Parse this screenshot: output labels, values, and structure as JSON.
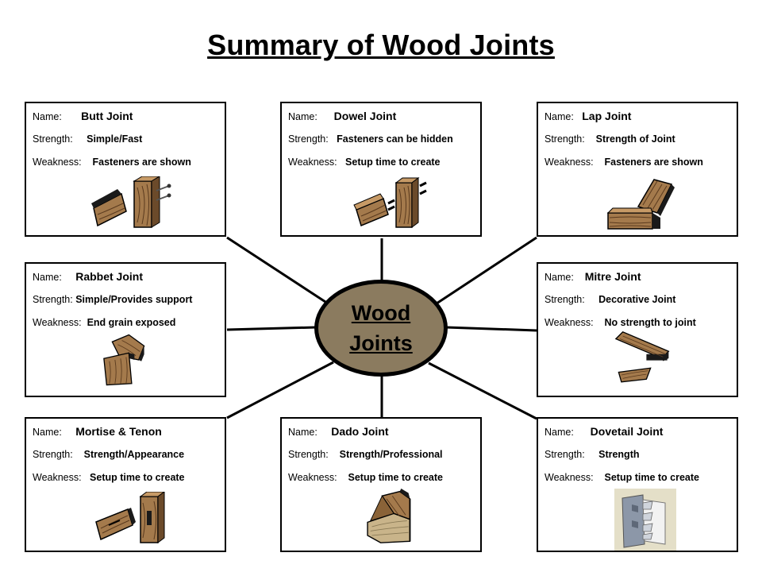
{
  "title": "Summary of Wood Joints",
  "hub": {
    "line1": "Wood",
    "line2": "Joints"
  },
  "labels": {
    "name": "Name:",
    "strength": "Strength:",
    "weakness": "Weakness:"
  },
  "joints": [
    {
      "name": "Butt Joint",
      "strength": "Simple/Fast",
      "weakness": "Fasteners are shown",
      "icon": "butt-joint-icon"
    },
    {
      "name": "Dowel Joint",
      "strength": "Fasteners can be hidden",
      "weakness": "Setup time to create",
      "icon": "dowel-joint-icon"
    },
    {
      "name": "Lap Joint",
      "strength": "Strength of Joint",
      "weakness": "Fasteners are shown",
      "icon": "lap-joint-icon"
    },
    {
      "name": "Rabbet Joint",
      "strength": "Simple/Provides support",
      "weakness": "End grain exposed",
      "icon": "rabbet-joint-icon"
    },
    {
      "name": "Mitre Joint",
      "strength": "Decorative Joint",
      "weakness": "No strength to joint",
      "icon": "mitre-joint-icon"
    },
    {
      "name": "Mortise & Tenon",
      "strength": "Strength/Appearance",
      "weakness": "Setup time to create",
      "icon": "mortise-tenon-icon"
    },
    {
      "name": "Dado Joint",
      "strength": "Strength/Professional",
      "weakness": "Setup time to create",
      "icon": "dado-joint-icon"
    },
    {
      "name": "Dovetail Joint",
      "strength": "Strength",
      "weakness": "Setup time to create",
      "icon": "dovetail-joint-icon"
    }
  ],
  "colors": {
    "hub_fill": "#8b7b5f",
    "wood_dark": "#6b4a2a",
    "wood_light": "#a47a4c",
    "border": "#000000"
  }
}
